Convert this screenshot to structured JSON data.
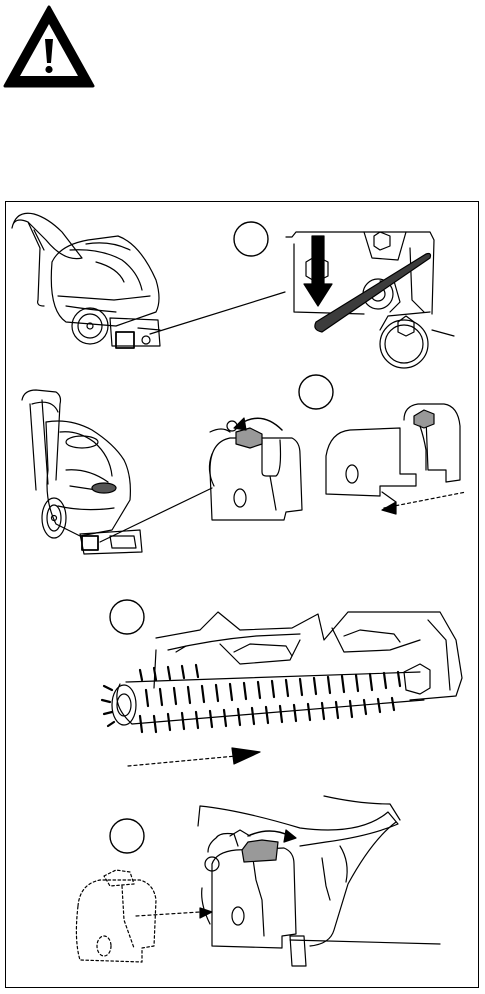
{
  "warning": {
    "icon": "warning-triangle-icon",
    "color": "#000000"
  },
  "steps": [
    {
      "icon": "step-circle-1",
      "content": "brush-lock-lever"
    },
    {
      "icon": "step-circle-2",
      "content": "remove-side-cover"
    },
    {
      "icon": "step-circle-3",
      "content": "slide-out-brush"
    },
    {
      "icon": "step-circle-4",
      "content": "reinstall-side-cover"
    }
  ]
}
